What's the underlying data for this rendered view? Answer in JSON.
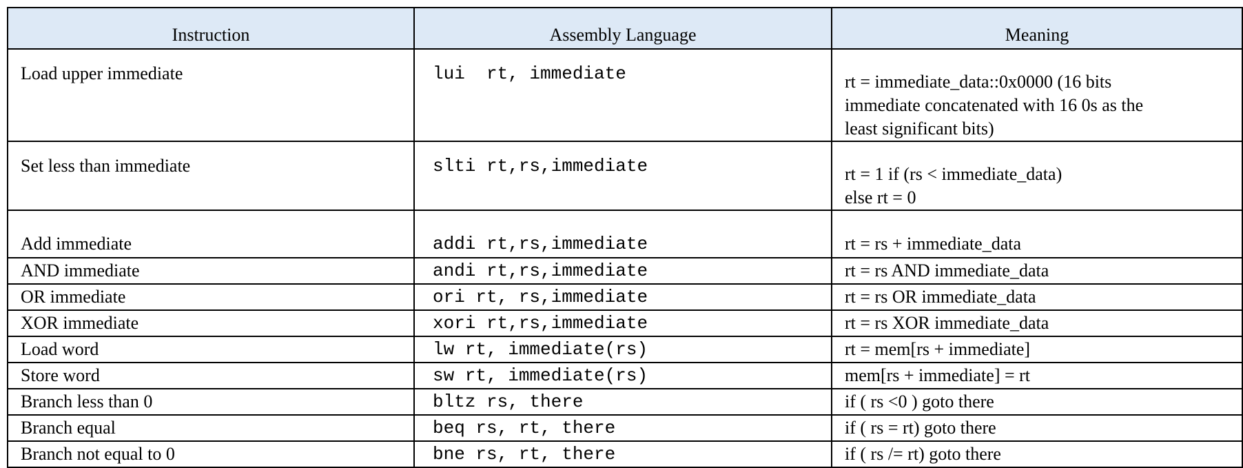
{
  "headers": {
    "instruction": "Instruction",
    "assembly": "Assembly Language",
    "meaning": "Meaning"
  },
  "rows": [
    {
      "instruction": "Load upper immediate",
      "assembly": "lui  rt, immediate",
      "meaning": [
        "rt = immediate_data::0x0000 (16 bits",
        "immediate concatenated with 16 0s as the",
        "least significant bits)"
      ]
    },
    {
      "instruction": "Set less than immediate",
      "assembly": "slti rt,rs,immediate",
      "meaning": [
        "rt = 1 if (rs < immediate_data)",
        "else rt = 0"
      ]
    },
    {
      "instruction": "Add immediate",
      "assembly": "addi rt,rs,immediate",
      "meaning": [
        "rt = rs + immediate_data"
      ]
    },
    {
      "instruction": "AND immediate",
      "assembly": "andi rt,rs,immediate",
      "meaning": [
        "rt = rs AND immediate_data"
      ]
    },
    {
      "instruction": "OR immediate",
      "assembly": "ori rt, rs,immediate",
      "meaning": [
        "rt = rs OR immediate_data"
      ]
    },
    {
      "instruction": "XOR immediate",
      "assembly": "xori rt,rs,immediate",
      "meaning": [
        "rt = rs XOR immediate_data"
      ]
    },
    {
      "instruction": "Load word",
      "assembly": "lw rt, immediate(rs)",
      "meaning": [
        "rt = mem[rs + immediate]"
      ]
    },
    {
      "instruction": "Store word",
      "assembly": "sw rt, immediate(rs)",
      "meaning": [
        "mem[rs + immediate] = rt"
      ]
    },
    {
      "instruction": "Branch less than 0",
      "assembly": "bltz rs, there",
      "meaning": [
        "if ( rs <0 ) goto there"
      ]
    },
    {
      "instruction": "Branch equal",
      "assembly": "beq rs, rt, there",
      "meaning": [
        "if ( rs = rt) goto there"
      ]
    },
    {
      "instruction": "Branch not equal to 0",
      "assembly": "bne rs, rt, there",
      "meaning": [
        "if ( rs /= rt) goto there"
      ]
    }
  ]
}
